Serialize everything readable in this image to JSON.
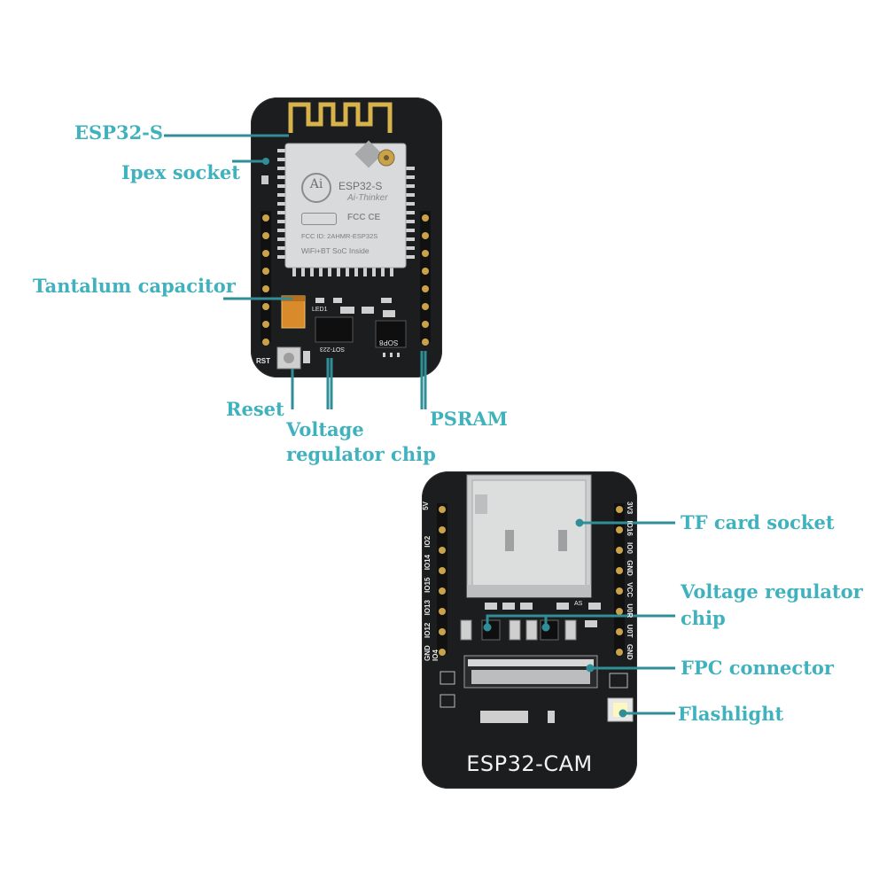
{
  "colors": {
    "label": "#3fb2bd",
    "leader": "#2f8e97",
    "board": "#1c1d1e",
    "silk": "#e9e9e9",
    "gold": "#d8b24a",
    "shield": "#d9dadb"
  },
  "top_board": {
    "chip_brand": "Ai",
    "chip_model": "ESP32-S",
    "chip_maker": "Ai-Thinker",
    "chip_cert": "FCC  CE",
    "chip_fcc": "FCC ID: 2AHMR-ESP32S",
    "chip_desc": "WiFi+BT SoC Inside",
    "silk_led": "LED1",
    "silk_rst": "RST",
    "silk_sot": "SOT-223",
    "silk_sop": "SOP8"
  },
  "bottom_board": {
    "title": "ESP32-CAM",
    "pins_left": "GND IO12 IO13 IO15 IO14 IO2 IO4",
    "pins_left_top": "5V",
    "pins_right": "3V3 IO16 IO0 GND VCC U0R U0T GND",
    "silk_as": "AS"
  },
  "labels": {
    "esp32s": "ESP32-S",
    "ipex": "Ipex socket",
    "tantalum": "Tantalum capacitor",
    "reset": "Reset",
    "vreg_top_1": "Voltage",
    "vreg_top_2": "regulator chip",
    "psram": "PSRAM",
    "tf_socket": "TF card socket",
    "vreg_bottom_1": "Voltage regulator",
    "vreg_bottom_2": "chip",
    "fpc": "FPC connector",
    "flashlight": "Flashlight"
  }
}
